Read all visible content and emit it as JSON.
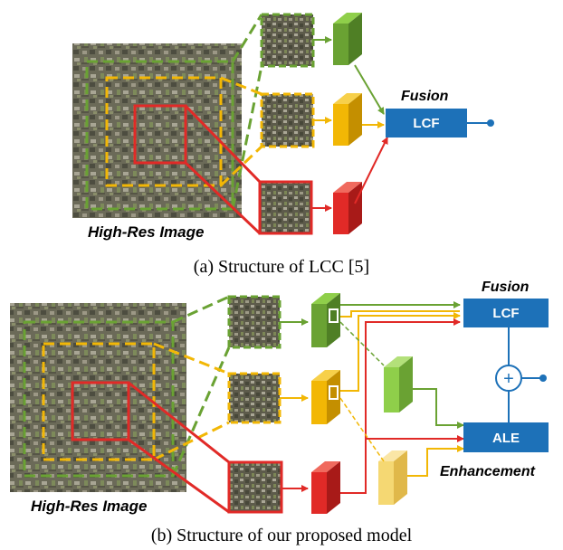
{
  "panel_a": {
    "image_label": "High-Res Image",
    "fusion_label": "Fusion",
    "lcf_label": "LCF",
    "caption": "(a) Structure of LCC [5]"
  },
  "panel_b": {
    "image_label": "High-Res Image",
    "fusion_label": "Fusion",
    "lcf_label": "LCF",
    "ale_label": "ALE",
    "enhancement_label": "Enhancement",
    "plus_symbol": "+",
    "caption": "(b) Structure of our proposed model"
  },
  "colors": {
    "green": "#6aa233",
    "light_green": "#8fcf4a",
    "yellow": "#f2b705",
    "light_yellow": "#f5d873",
    "red": "#e12a27",
    "blue": "#1d71b8",
    "aerial_dark": "#5a5a4c",
    "aerial_light": "#8d8a78"
  }
}
